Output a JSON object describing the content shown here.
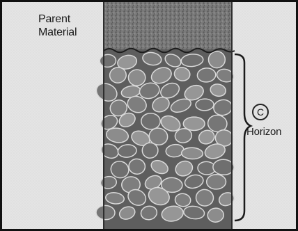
{
  "labels": {
    "parent_line1": "Parent",
    "parent_line2": "Material",
    "horizon_letter": "C",
    "horizon_word": "Horizon"
  }
}
